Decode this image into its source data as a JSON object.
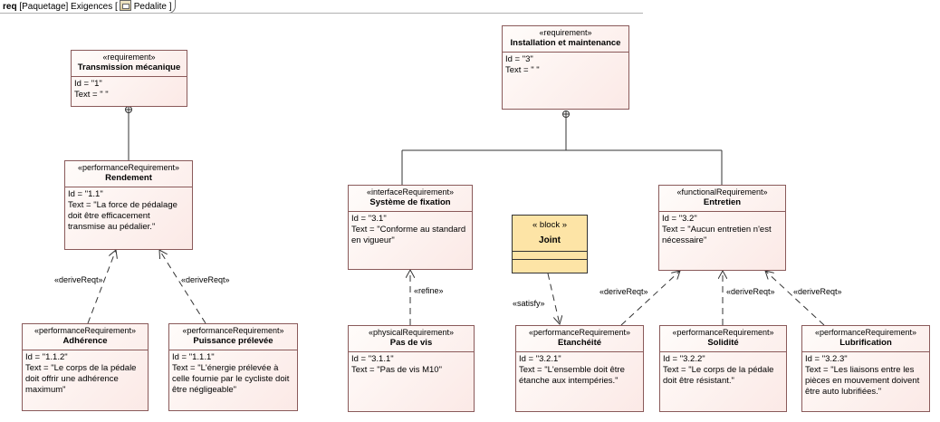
{
  "frame": {
    "keyword": "req",
    "owner": "[Paquetage] Exigences [",
    "diagram": "Pedalite",
    "close": "]"
  },
  "requirements": {
    "r1": {
      "stereo": "«requirement»",
      "name": "Transmission mécanique",
      "id": "Id = \"1\"",
      "text": "Text = \" \""
    },
    "r11": {
      "stereo": "«performanceRequirement»",
      "name": "Rendement",
      "id": "Id = \"1.1\"",
      "text": "Text = \"La force de pédalage doit être efficacement transmise au pédalier.\""
    },
    "r112": {
      "stereo": "«performanceRequirement»",
      "name": "Adhérence",
      "id": "Id = \"1.1.2\"",
      "text": "Text = \"Le corps de la pédale doit offrir une adhérence maximum\""
    },
    "r111": {
      "stereo": "«performanceRequirement»",
      "name": "Puissance prélevée",
      "id": "Id = \"1.1.1\"",
      "text": "Text = \"L'énergie prélevée à celle fournie par le cycliste doit être négligeable\""
    },
    "r3": {
      "stereo": "«requirement»",
      "name": "Installation et maintenance",
      "id": "Id = \"3\"",
      "text": "Text = \" \""
    },
    "r31": {
      "stereo": "«interfaceRequirement»",
      "name": "Système de fixation",
      "id": "Id = \"3.1\"",
      "text": "Text = \"Conforme au standard en vigueur\""
    },
    "r311": {
      "stereo": "«physicalRequirement»",
      "name": "Pas de vis",
      "id": "Id = \"3.1.1\"",
      "text": "Text = \"Pas de vis M10\""
    },
    "r32": {
      "stereo": "«functionalRequirement»",
      "name": "Entretien",
      "id": "Id = \"3.2\"",
      "text": "Text = \"Aucun entretien n'est nécessaire\""
    },
    "r321": {
      "stereo": "«performanceRequirement»",
      "name": "Etanchéité",
      "id": "Id = \"3.2.1\"",
      "text": "Text = \"L'ensemble doit être étanche aux intempéries.\""
    },
    "r322": {
      "stereo": "«performanceRequirement»",
      "name": "Solidité",
      "id": "Id = \"3.2.2\"",
      "text": "Text = \"Le corps de la pédale doit être résistant.\""
    },
    "r323": {
      "stereo": "«performanceRequirement»",
      "name": "Lubrification",
      "id": "Id = \"3.2.3\"",
      "text": "Text = \"Les liaisons entre les pièces en mouvement doivent être auto lubrifiées.\""
    }
  },
  "block": {
    "stereo": "« block »",
    "name": "Joint"
  },
  "relations": {
    "derive_a": "«deriveReqt»",
    "derive_b": "«deriveReqt»",
    "refine": "«refine»",
    "satisfy": "«satisfy»",
    "derive_c": "«deriveReqt»",
    "derive_d": "«deriveReqt»",
    "derive_e": "«deriveReqt»"
  }
}
